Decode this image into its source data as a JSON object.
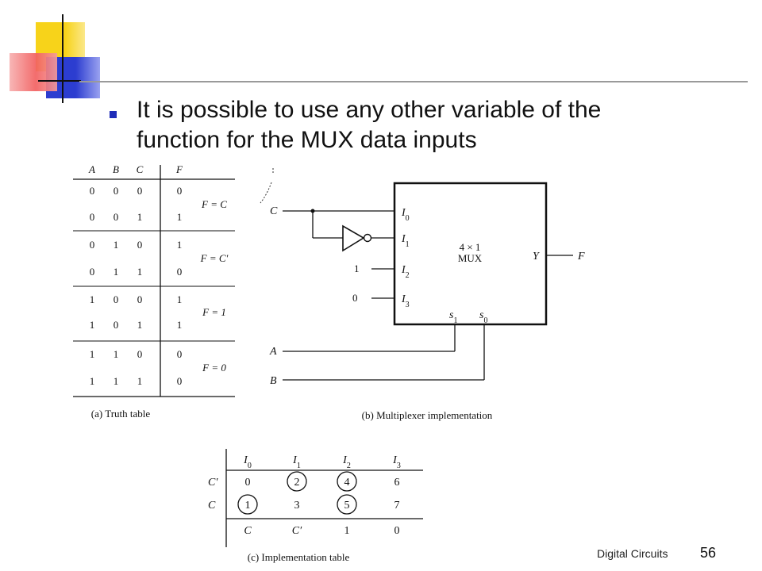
{
  "slide": {
    "bullet": "It is possible to use any other variable of the function for the MUX data inputs",
    "bullet_line1": "It is possible to use any other variable of the",
    "bullet_line2": "function for the MUX data inputs"
  },
  "truth_table": {
    "caption": "(a) Truth table",
    "headers": [
      "A",
      "B",
      "C",
      "F"
    ],
    "rows": [
      [
        "0",
        "0",
        "0",
        "0"
      ],
      [
        "0",
        "0",
        "1",
        "1"
      ],
      [
        "0",
        "1",
        "0",
        "1"
      ],
      [
        "0",
        "1",
        "1",
        "0"
      ],
      [
        "1",
        "0",
        "0",
        "1"
      ],
      [
        "1",
        "0",
        "1",
        "1"
      ],
      [
        "1",
        "1",
        "0",
        "0"
      ],
      [
        "1",
        "1",
        "1",
        "0"
      ]
    ],
    "groups": [
      "F = C",
      "F = C′",
      "F = 1",
      "F = 0"
    ]
  },
  "mux": {
    "caption": "(b) Multiplexer implementation",
    "box_line1": "4 × 1",
    "box_line2": "MUX",
    "inputs": [
      "I0",
      "I1",
      "I2",
      "I3"
    ],
    "input_C": "C",
    "const_1": "1",
    "const_0": "0",
    "output_pin": "Y",
    "output_label": "F",
    "select_pins": [
      "s1",
      "s0"
    ],
    "select_inputs": [
      "A",
      "B"
    ]
  },
  "impl_table": {
    "caption": "(c) Implementation table",
    "headers": [
      "I0",
      "I1",
      "I2",
      "I3"
    ],
    "row_labels": [
      "C′",
      "C"
    ],
    "row_cprime": [
      "0",
      "2",
      "4",
      "6"
    ],
    "row_c": [
      "1",
      "3",
      "5",
      "7"
    ],
    "circled": [
      "2",
      "4",
      "1",
      "5"
    ],
    "result": [
      "C",
      "C′",
      "1",
      "0"
    ]
  },
  "footer": {
    "label": "Digital Circuits",
    "page": "56"
  },
  "colors": {
    "yellow": "#f7d31a",
    "red": "#f26060",
    "blue": "#2c3dd0",
    "bullet": "#1f2db8",
    "rule": "#9a9a9a"
  }
}
